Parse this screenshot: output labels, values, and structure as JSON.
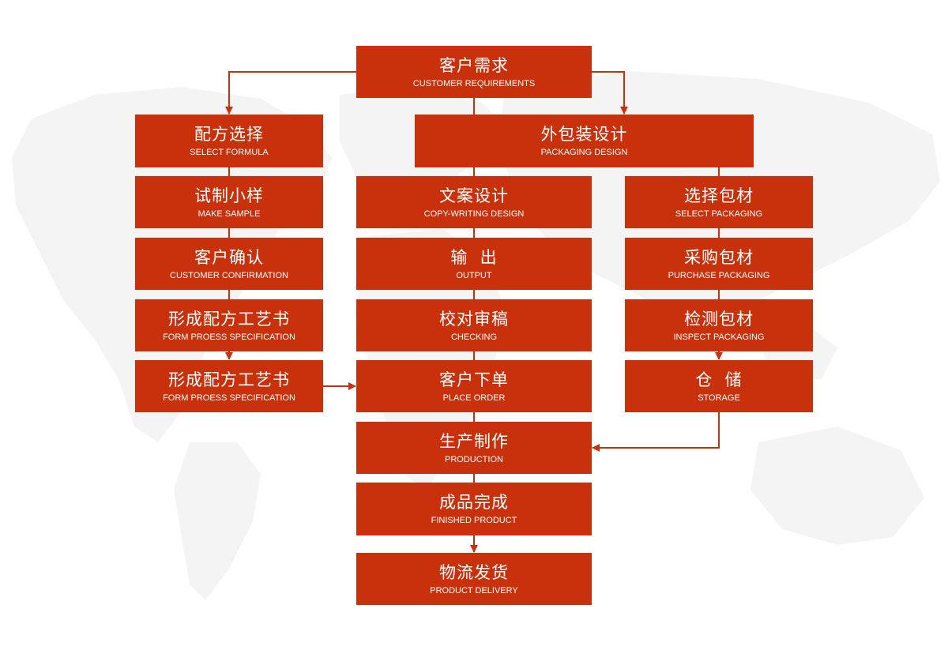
{
  "colors": {
    "box_fill": "#c9310c",
    "line": "#c9310c",
    "text": "#ffffff",
    "background": "#ffffff",
    "map": "#f4f4f4"
  },
  "nodes": {
    "customer_requirements": {
      "zh": "客户需求",
      "en": "CUSTOMER REQUIREMENTS"
    },
    "select_formula": {
      "zh": "配方选择",
      "en": "SELECT FORMULA"
    },
    "packaging_design": {
      "zh": "外包装设计",
      "en": "PACKAGING DESIGN"
    },
    "make_sample": {
      "zh": "试制小样",
      "en": "MAKE SAMPLE"
    },
    "customer_confirmation": {
      "zh": "客户确认",
      "en": "CUSTOMER CONFIRMATION"
    },
    "form_process_spec_1": {
      "zh": "形成配方工艺书",
      "en": "FORM PROESS SPECIFICATION"
    },
    "form_process_spec_2": {
      "zh": "形成配方工艺书",
      "en": "FORM PROESS SPECIFICATION"
    },
    "copy_writing_design": {
      "zh": "文案设计",
      "en": "COPY-WRITING DESIGN"
    },
    "output": {
      "zh": "输  出",
      "en": "OUTPUT"
    },
    "checking": {
      "zh": "校对审稿",
      "en": "CHECKING"
    },
    "place_order": {
      "zh": "客户下单",
      "en": "PLACE ORDER"
    },
    "select_packaging": {
      "zh": "选择包材",
      "en": "SELECT PACKAGING"
    },
    "purchase_packaging": {
      "zh": "采购包材",
      "en": "PURCHASE PACKAGING"
    },
    "inspect_packaging": {
      "zh": "检测包材",
      "en": "INSPECT PACKAGING"
    },
    "storage": {
      "zh": "仓  储",
      "en": "STORAGE"
    },
    "production": {
      "zh": "生产制作",
      "en": "PRODUCTION"
    },
    "finished_product": {
      "zh": "成品完成",
      "en": "FINISHED PRODUCT"
    },
    "product_delivery": {
      "zh": "物流发货",
      "en": "PRODUCT DELIVERY"
    }
  }
}
